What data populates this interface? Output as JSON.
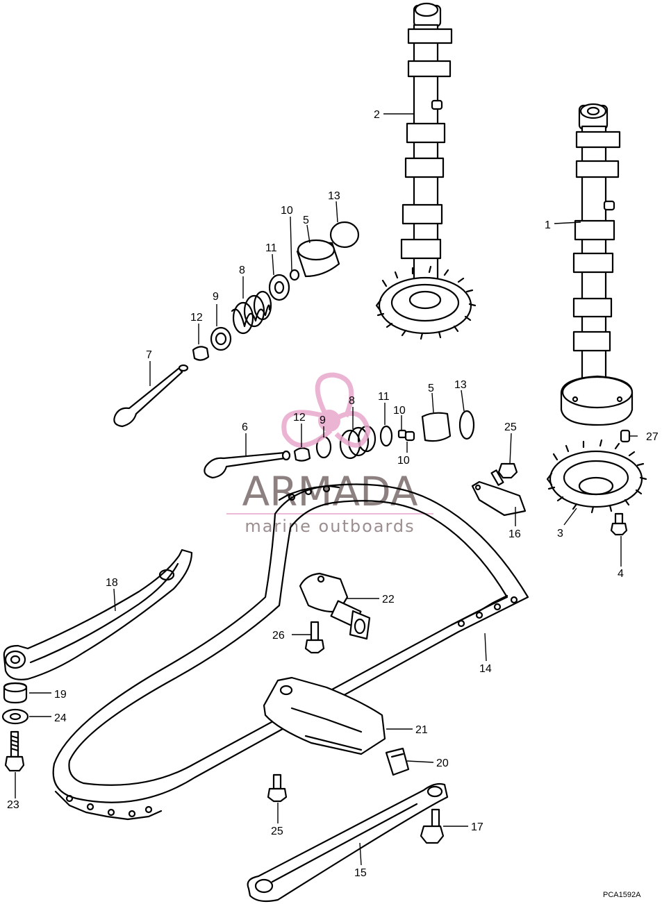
{
  "watermark": {
    "brand": "ARMADA",
    "tagline": "marine outboards",
    "logo_color": "#e8a8cc",
    "text_color": "#7a6a6a"
  },
  "drawing_code": "PCA1592A",
  "callouts": {
    "c1": "1",
    "c2": "2",
    "c3": "3",
    "c4": "4",
    "c5a": "5",
    "c5b": "5",
    "c6": "6",
    "c7": "7",
    "c8a": "8",
    "c8b": "8",
    "c9a": "9",
    "c9b": "9",
    "c10a": "10",
    "c10b": "10",
    "c10c": "10",
    "c11a": "11",
    "c11b": "11",
    "c12a": "12",
    "c12b": "12",
    "c13a": "13",
    "c13b": "13",
    "c14": "14",
    "c15": "15",
    "c16": "16",
    "c17": "17",
    "c18": "18",
    "c19": "19",
    "c20": "20",
    "c21": "21",
    "c22": "22",
    "c23": "23",
    "c24": "24",
    "c25a": "25",
    "c25b": "25",
    "c26": "26",
    "c27": "27"
  }
}
